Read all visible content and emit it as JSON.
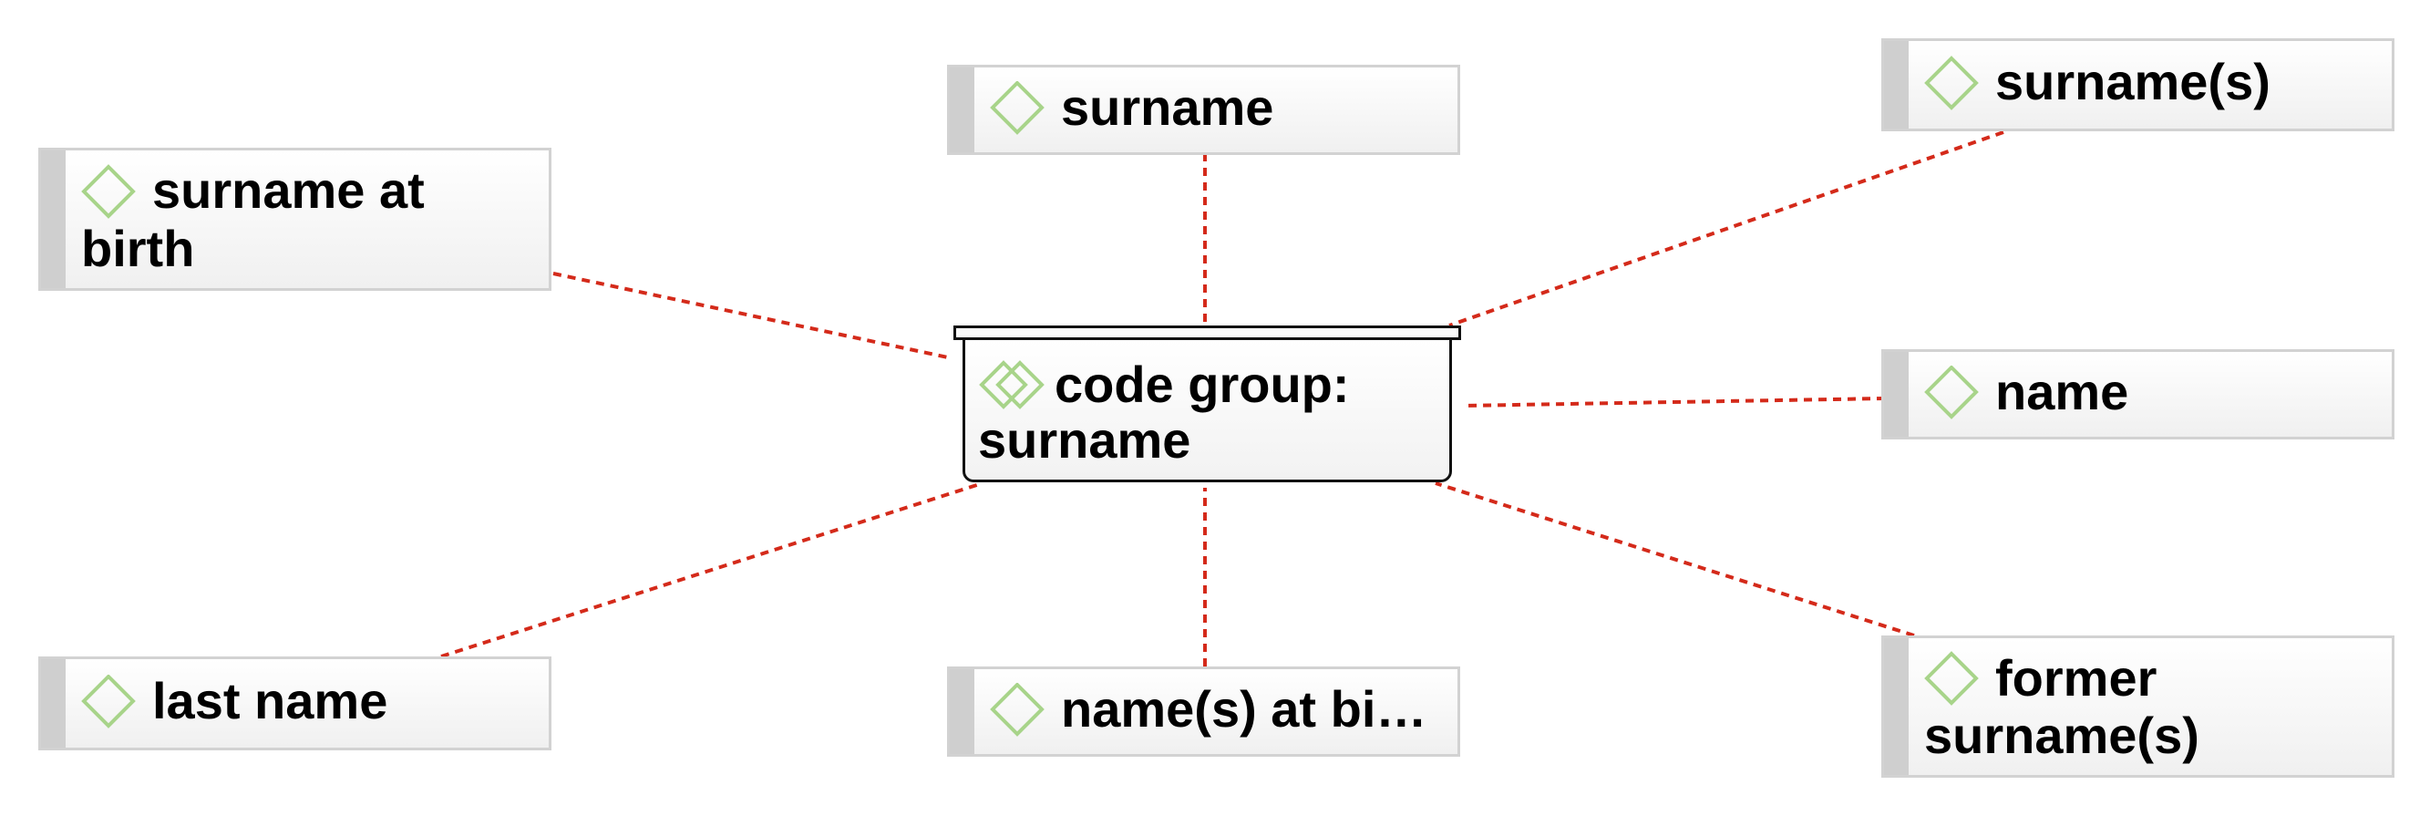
{
  "diagram": {
    "group": {
      "label": "code group: surname",
      "icon": "code-group-icon"
    },
    "codes": [
      {
        "id": "surname",
        "label": "surname",
        "icon": "code-diamond-icon"
      },
      {
        "id": "surnames",
        "label": "surname(s)",
        "icon": "code-diamond-icon"
      },
      {
        "id": "surname-at-birth",
        "label": "surname at birth",
        "icon": "code-diamond-icon"
      },
      {
        "id": "name",
        "label": "name",
        "icon": "code-diamond-icon"
      },
      {
        "id": "last-name",
        "label": "last name",
        "icon": "code-diamond-icon"
      },
      {
        "id": "names-at-birth",
        "label": "name(s) at bi…",
        "icon": "code-diamond-icon"
      },
      {
        "id": "former-surnames",
        "label": "former surname(s)",
        "icon": "code-diamond-icon"
      }
    ],
    "colors": {
      "link": "#d42a1a",
      "code_icon": "#a8d48a",
      "stripe": "#cfcfcf",
      "node_border": "#d2d2d2",
      "group_border": "#111111"
    }
  }
}
